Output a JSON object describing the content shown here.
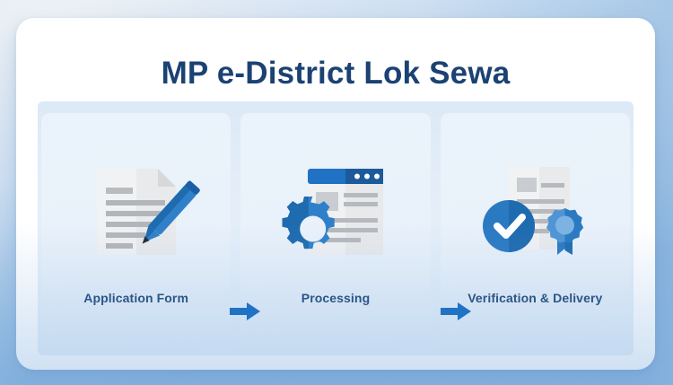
{
  "page": {
    "title": "MP e-District Lok Sewa",
    "background_color": "#a9c9e8",
    "card_color": "#ffffff",
    "band_color": "#e3edf8",
    "accent_color": "#1f72c4",
    "title_color": "#1b4273",
    "label_color": "#1b4273"
  },
  "steps": [
    {
      "id": "application-form",
      "label": "Application Form",
      "icon": "document-with-pen-icon",
      "icon_colors": {
        "paper": "#f1f2f3",
        "lines": "#b3b6b9",
        "pen": "#1f72c4",
        "pen_dark": "#1b5ea6"
      }
    },
    {
      "id": "processing",
      "label": "Processing",
      "icon": "gear-and-browser-window-icon",
      "icon_colors": {
        "window": "#f0f1f2",
        "titlebar": "#1f72c4",
        "titlebar_dark": "#1d5a9c",
        "gear": "#1f72c4",
        "gear_dark": "#1b5ea6"
      }
    },
    {
      "id": "verification-delivery",
      "label": "Verification & Delivery",
      "icon": "certificate-check-ribbon-icon",
      "icon_colors": {
        "paper": "#f1f2f3",
        "check_circle": "#2a7ac2",
        "check_circle_dark": "#1f6bb0",
        "check": "#ffffff",
        "ribbon": "#5b9dd9",
        "ribbon_dark": "#2a7ac2"
      }
    }
  ],
  "connectors": [
    {
      "id": "arrow-1",
      "from": "application-form",
      "to": "processing",
      "glyph": "right-arrow-icon",
      "color": "#1f72c4"
    },
    {
      "id": "arrow-2",
      "from": "processing",
      "to": "verification-delivery",
      "glyph": "right-arrow-icon",
      "color": "#1f72c4"
    }
  ]
}
